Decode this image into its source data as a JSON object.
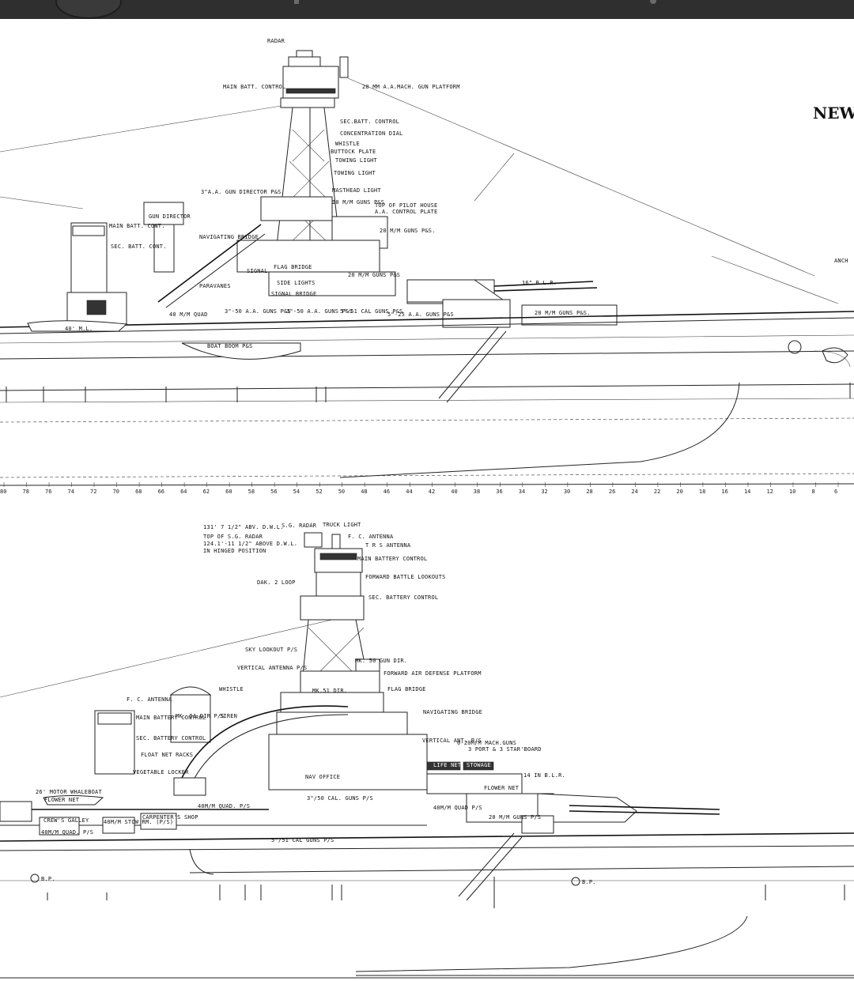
{
  "title_fragment": "NEW",
  "upper_plan": {
    "labels": {
      "radar": "RADAR",
      "main_batt_control": "MAIN BATT. CONTROL",
      "mm20_platform": "20 MM A.A.MACH. GUN PLATFORM",
      "sec_batt_control": "SEC.BATT. CONTROL",
      "concentration_dial": "CONCENTRATION DIAL",
      "whistle": "WHISTLE",
      "buttock_plate": "BUTTOCK PLATE",
      "towing_light_1": "TOWING LIGHT",
      "towing_light_2": "TOWING LIGHT",
      "masthead_light": "MASTHEAD LIGHT",
      "aa_gun_director": "3\"A.A. GUN DIRECTOR P&S.",
      "mm20_guns_ps": "20 M/M GUNS P&S",
      "top_pilot_house": "TOP OF PILOT HOUSE",
      "aa_control_plate": "A.A. CONTROL PLATE",
      "mm20_guns_ps_2": "20 M/M GUNS P&S.",
      "gun_director": "GUN DIRECTOR",
      "main_batt_cont": "MAIN BATT. CONT.",
      "sec_batt_cont": "SEC. BATT. CONT.",
      "navigating_bridge": "NAVIGATING BRIDGE",
      "flag_bridge": "FLAG BRIDGE",
      "signal": "SIGNAL",
      "side_lights": "SIDE LIGHTS",
      "signal_bridge": "SIGNAL BRIDGE",
      "paravanes": "PARAVANES",
      "mm20_guns_ps_3": "20 M/M GUNS P&S",
      "blr": "16\" B.L.R.",
      "mm20_guns_ps_4": "20 M/M GUNS P&S.",
      "ml40": "40' M.L.",
      "boat_boom": "BOAT BOOM P&S",
      "anch": "ANCH",
      "a3_50_1": "3\"-50 A.A. GUNS P&S",
      "a3_50_2": "3\"-50 A.A. GUNS P&S",
      "a5_51": "5\"-51 CAL GUNS P&S",
      "a5_25": "5\"-25 A.A. GUNS P&S",
      "mm40_quad": "40 M/M QUAD"
    },
    "ticks": [
      "80",
      "78",
      "76",
      "74",
      "72",
      "70",
      "68",
      "66",
      "64",
      "62",
      "60",
      "58",
      "56",
      "54",
      "52",
      "50",
      "48",
      "46",
      "44",
      "42",
      "40",
      "38",
      "36",
      "34",
      "32",
      "30",
      "28",
      "26",
      "24",
      "22",
      "20",
      "18",
      "16",
      "14",
      "12",
      "10",
      "8",
      "6"
    ]
  },
  "lower_plan": {
    "labels": {
      "height_top": "131' 7 1/2\" ABV. D.W.L.",
      "sg_radar": "S.G. RADAR",
      "truck_light": "TRUCK LIGHT",
      "top_sg_radar": "TOP OF S.G. RADAR",
      "height_hinged": "124.1'-11 1/2\" ABOVE D.W.L.",
      "hinged_position": "IN HINGED POSITION",
      "fc_antenna": "F. C. ANTENNA",
      "trs_antenna": "T R S ANTENNA",
      "main_battery_control": "MAIN BATTERY CONTROL",
      "dak_loop": "DAK. 2 LOOP",
      "forward_battle_lookouts": "FORWARD BATTLE LOOKOUTS",
      "sec_battery_control": "SEC. BATTERY CONTROL",
      "sky_lookout": "SKY LOOKOUT P/S",
      "mk50": "MK. 50 GUN DIR.",
      "vertical_antenna": "VERTICAL ANTENNA P/S",
      "forward_air_defense": "FORWARD AIR DEFENSE PLATFORM",
      "whistle": "WHISTLE",
      "mk51_dir": "MK.51 DIR.",
      "flag_bridge": "FLAG BRIDGE",
      "fc_antenna_2": "F. C. ANTENNA",
      "navigating_bridge": "NAVIGATING BRIDGE",
      "main_battery_control_2": "MAIN BATTERY CONTROL",
      "mk51_dir_ps": "MK. 51 DIR P/S",
      "siren": "SIREN",
      "sec_battery_control_2": "SEC. BATTERY CONTROL",
      "vertical_ant": "VERTICAL ANT. P/S",
      "mach_guns": "6-20M/M MACH.GUNS",
      "port_stbd": "3 PORT & 3 STAR'BOARD",
      "float_net_racks": "FLOAT NET RACKS",
      "vegetable_locker": "VEGETABLE LOCKER",
      "life_net": "LIFE NET",
      "stowage": "STOWAGE",
      "blr_14": "14 IN B.L.R.",
      "motor_whaleboat": "26' MOTOR WHALEBOAT",
      "flower_net": "FLOWER NET",
      "crews_galley": "CREW'S GALLEY",
      "mm40_quad_1": "40M/M QUAD. P/S",
      "mm40_stow": "40M/M STOW RM. (P/S)",
      "carpenters_shop": "CARPENTER'S SHOP",
      "mm40_quad_2": "40M/M QUAD. P/S",
      "mm40_quad_3": "40M/M QUAD P/S",
      "mm20_guns": "20 M/M GUNS P/S",
      "cal_guns": "5\"/51 CAL GUNS P/S",
      "c50_guns": "3\"/50 CAL. GUNS P/S",
      "nav_office": "NAV OFFICE",
      "flower_net_2": "FLOWER NET",
      "bp_1": "B.P.",
      "bp_2": "B.P."
    }
  }
}
